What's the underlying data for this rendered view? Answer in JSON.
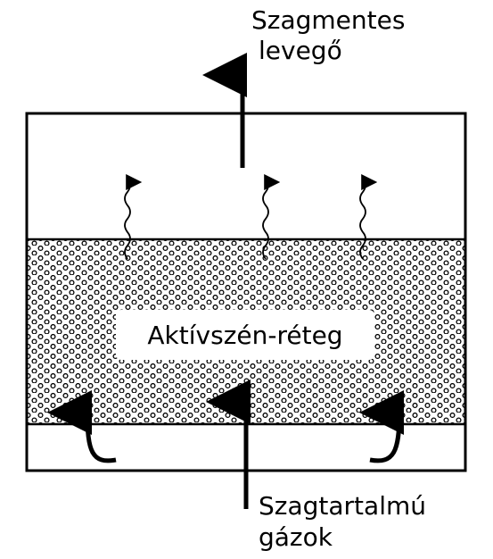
{
  "labels": {
    "outlet": [
      "Szagmentes",
      "levegő"
    ],
    "layer": "Aktívszén-réteg",
    "inlet": [
      "Szagtartalmú",
      "gázok"
    ]
  },
  "colors": {
    "ink": "#000000",
    "paper": "#ffffff"
  }
}
